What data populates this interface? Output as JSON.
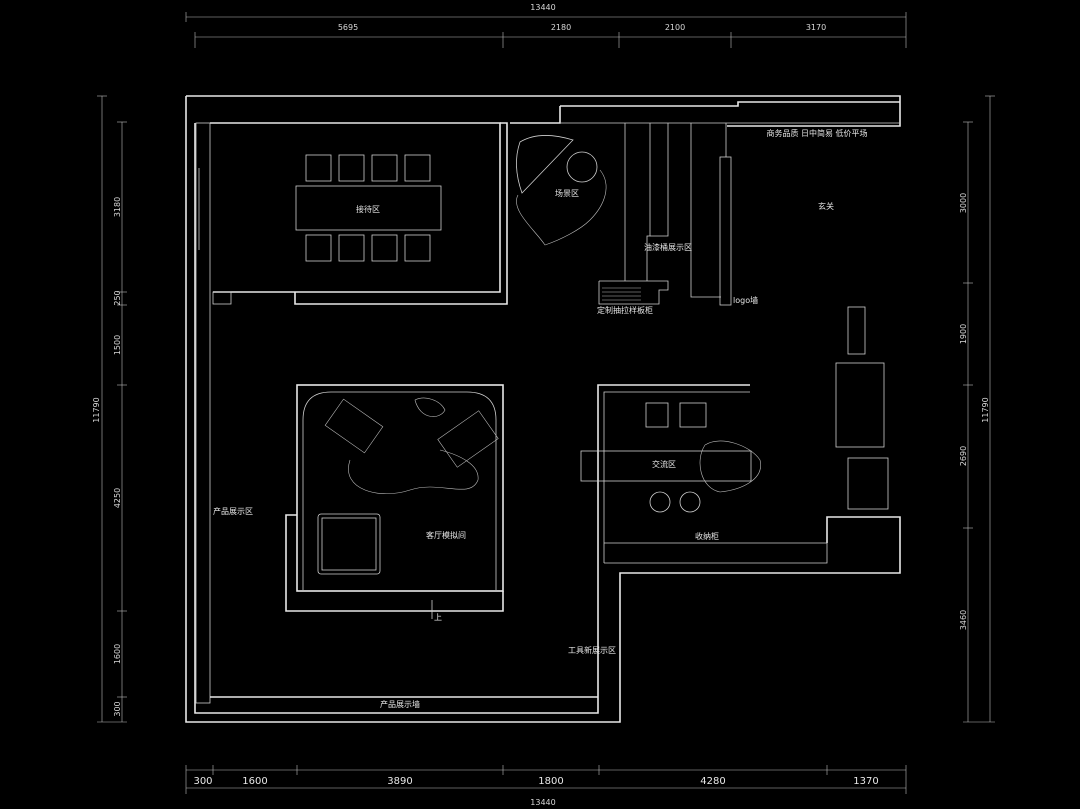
{
  "colors": {
    "background": "#000000",
    "lines": "#e8e8e8"
  },
  "dimensions": {
    "top_total": "13440",
    "top": [
      "5695",
      "2180",
      "2100",
      "3170"
    ],
    "bottom": [
      "300",
      "1600",
      "3890",
      "1800",
      "4280",
      "1370"
    ],
    "bottom_total": "13440",
    "left": [
      "3180",
      "250",
      "1500",
      "4250",
      "1600",
      "300"
    ],
    "left_total": "11790",
    "right": [
      "3000",
      "1900",
      "2690",
      "3460"
    ],
    "right_total": "11790"
  },
  "rooms": {
    "reception": "接待区",
    "scene": "场景区",
    "paint_display": "油漆桶展示区",
    "sample_cabinet": "定制抽拉样板柜",
    "entrance": "玄关",
    "logo_wall": "logo墙",
    "entrance_note": "商务品质 日中简易 低价平场",
    "product_area": "产品展示区",
    "living_room": "客厅模拟间",
    "stairs_up": "上",
    "tool_display": "工具新展示区",
    "exchange": "交流区",
    "storage": "收纳柜",
    "product_wall": "产品展示墙"
  }
}
